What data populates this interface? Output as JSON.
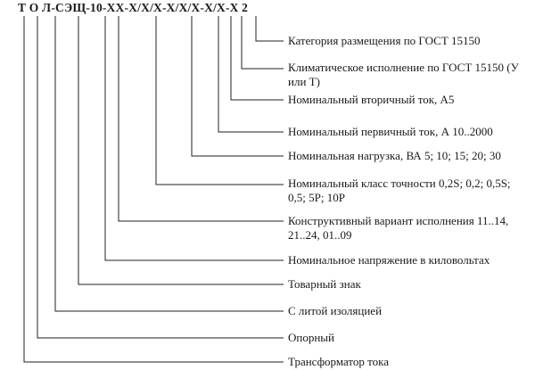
{
  "code": "Т О Л-СЭЩ-10-ХХ-Х/Х/Х-Х/Х/Х-Х/Х-Х 2",
  "labels": [
    {
      "text": "Категория размещения по ГОСТ 15150"
    },
    {
      "text": "Климатическое исполнение по ГОСТ 15150 (У или Т)"
    },
    {
      "text": "Номинальный вторичный ток, А5"
    },
    {
      "text": "Номинальный первичный ток, А 10..2000"
    },
    {
      "text": "Номинальная нагрузка, ВА 5; 10; 15; 20; 30"
    },
    {
      "text": "Номинальный класс точности 0,2S; 0,2; 0,5S; 0,5; 5P; 10P"
    },
    {
      "text": "Конструктивный вариант исполнения 11..14, 21..24, 01..09"
    },
    {
      "text": "Номинальное напряжение в киловольтах"
    },
    {
      "text": "Товарный знак"
    },
    {
      "text": "С литой изоляцией"
    },
    {
      "text": "Опорный"
    },
    {
      "text": "Трансформатор тока"
    }
  ]
}
